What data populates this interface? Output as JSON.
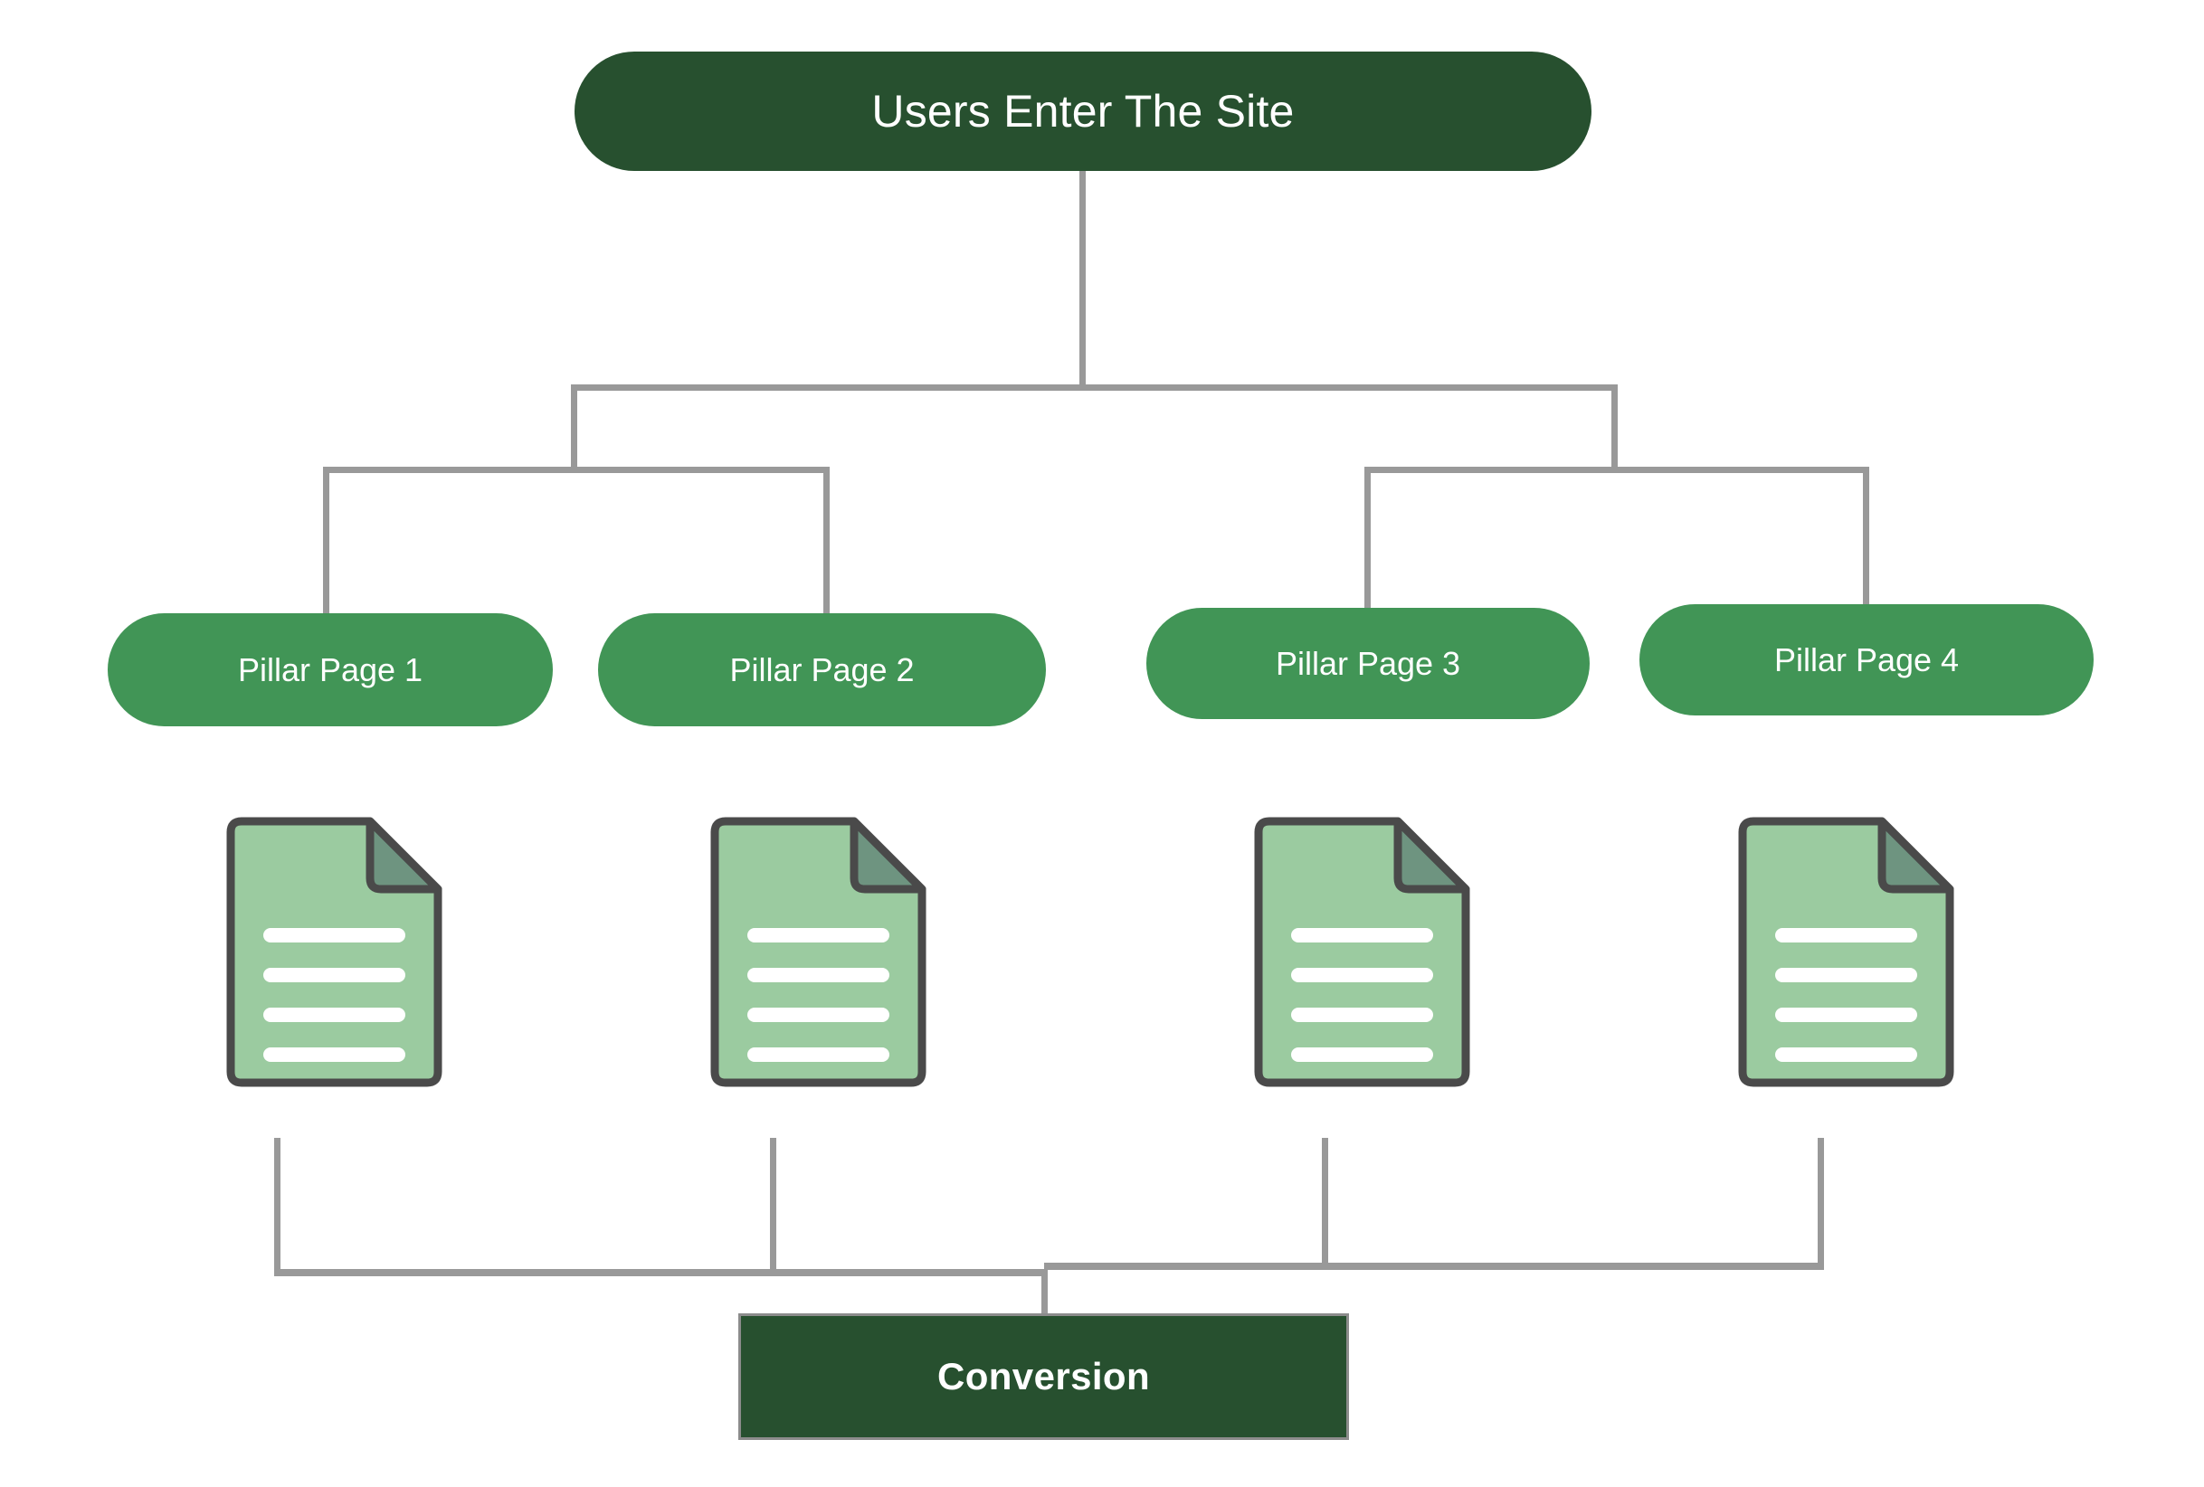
{
  "diagram": {
    "title": "Users Enter The Site funnel diagram",
    "colors": {
      "dark_green": "#27502F",
      "mid_green": "#419556",
      "doc_body_green": "#9BCBA0",
      "doc_fold_green": "#6E9480",
      "doc_outline": "#4A4A4A",
      "connector_gray": "#999999",
      "line_white": "#FFFFFF",
      "background": "#FFFFFF"
    },
    "root": {
      "label": "Users Enter The Site",
      "shape": "rounded-pill",
      "fill": "#27502F"
    },
    "pillars": [
      {
        "label": "Pillar Page 1",
        "shape": "rounded-pill",
        "fill": "#419556"
      },
      {
        "label": "Pillar Page 2",
        "shape": "rounded-pill",
        "fill": "#419556"
      },
      {
        "label": "Pillar Page 3",
        "shape": "rounded-pill",
        "fill": "#419556"
      },
      {
        "label": "Pillar Page 4",
        "shape": "rounded-pill",
        "fill": "#419556"
      }
    ],
    "documents": [
      {
        "icon": "document-icon",
        "lines": 4
      },
      {
        "icon": "document-icon",
        "lines": 4
      },
      {
        "icon": "document-icon",
        "lines": 4
      },
      {
        "icon": "document-icon",
        "lines": 4
      }
    ],
    "conversion": {
      "label": "Conversion",
      "shape": "rectangle",
      "fill": "#27502F"
    }
  }
}
